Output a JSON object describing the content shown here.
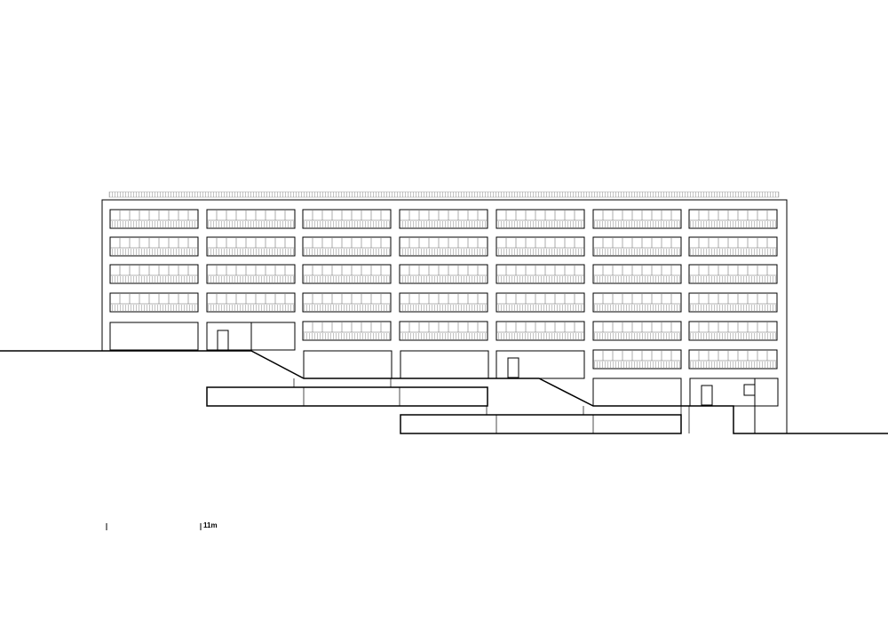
{
  "drawing": {
    "facade_bays": 7,
    "module_columns": 9,
    "scale_bar": {
      "label": "11m"
    }
  }
}
